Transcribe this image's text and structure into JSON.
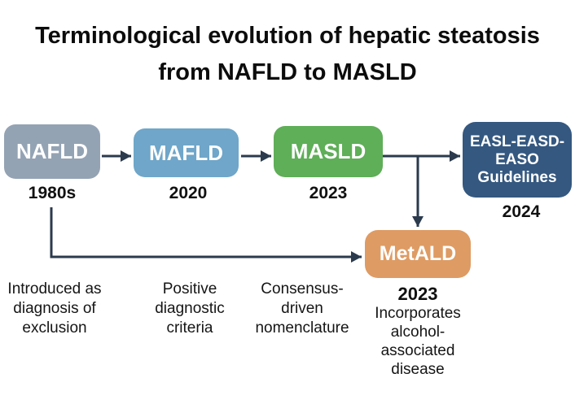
{
  "title": "Terminological evolution of hepatic steatosis\nfrom NAFLD to MASLD",
  "nodes": {
    "nafld": {
      "label": "NAFLD",
      "year": "1980s",
      "color": "#94a3b4"
    },
    "mafld": {
      "label": "MAFLD",
      "year": "2020",
      "color": "#6fa6c9"
    },
    "masld": {
      "label": "MASLD",
      "year": "2023",
      "color": "#5fae58"
    },
    "guidelines": {
      "label": "EASL-EASD-\nEASO\nGuidelines",
      "year": "2024",
      "color": "#345880"
    },
    "metald": {
      "label": "MetALD",
      "year": "2023",
      "color": "#de9b63"
    }
  },
  "annotations": {
    "nafld_note": "Introduced as\ndiagnosis of\nexclusion",
    "mafld_note": "Positive\ndiagnostic\ncriteria",
    "masld_note": "Consensus-\ndriven\nnomenclature",
    "metald_note": "Incorporates\nalcohol-\nassociated\ndisease"
  },
  "colors": {
    "arrow": "#2b3a4d",
    "title_text": "#0c0c0c",
    "box_text": "#ffffff",
    "background": "#ffffff"
  }
}
